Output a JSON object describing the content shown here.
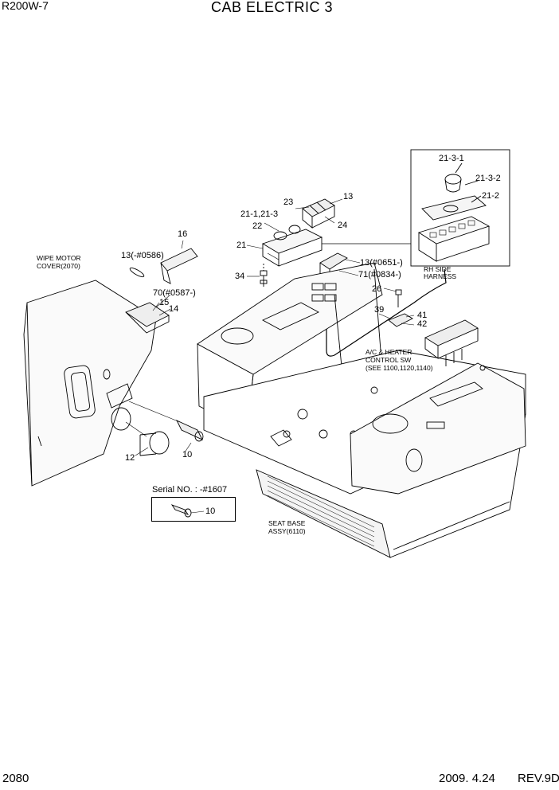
{
  "header": {
    "model": "R200W-7",
    "title": "CAB ELECTRIC 3"
  },
  "footer": {
    "page_number": "2080",
    "date": "2009. 4.24",
    "revision": "REV.9D"
  },
  "part_labels": {
    "p21_3_1": "21-3-1",
    "p21_3_2": "21-3-2",
    "p21_2": "21-2",
    "p23": "23",
    "p13_top": "13",
    "p21_1_21_3": "21-1,21-3",
    "p22": "22",
    "p24": "24",
    "p16": "16",
    "p21": "21",
    "p13_0586": "13(-#0586)",
    "p13_0651": "13(#0651-)",
    "p71_0834": "71(#0834-)",
    "p34": "34",
    "p70_0587": "70(#0587-)",
    "p15": "15",
    "p14": "14",
    "p26": "26",
    "p39": "39",
    "p41": "41",
    "p42": "42",
    "p12": "12",
    "p10": "10",
    "p10_serial": "10"
  },
  "notes": {
    "wipe_motor_line1": "WIPE MOTOR",
    "wipe_motor_line2": "COVER(2070)",
    "rh_side_line1": "RH SIDE",
    "rh_side_line2": "HARNESS",
    "ac_line1": "A/C & HEATER",
    "ac_line2": "CONTROL SW",
    "ac_line3": "(SEE 1100,1120,1140)",
    "seat_line1": "SEAT BASE",
    "seat_line2": "ASSY(6110)",
    "serial": "Serial NO. : -#1607"
  }
}
